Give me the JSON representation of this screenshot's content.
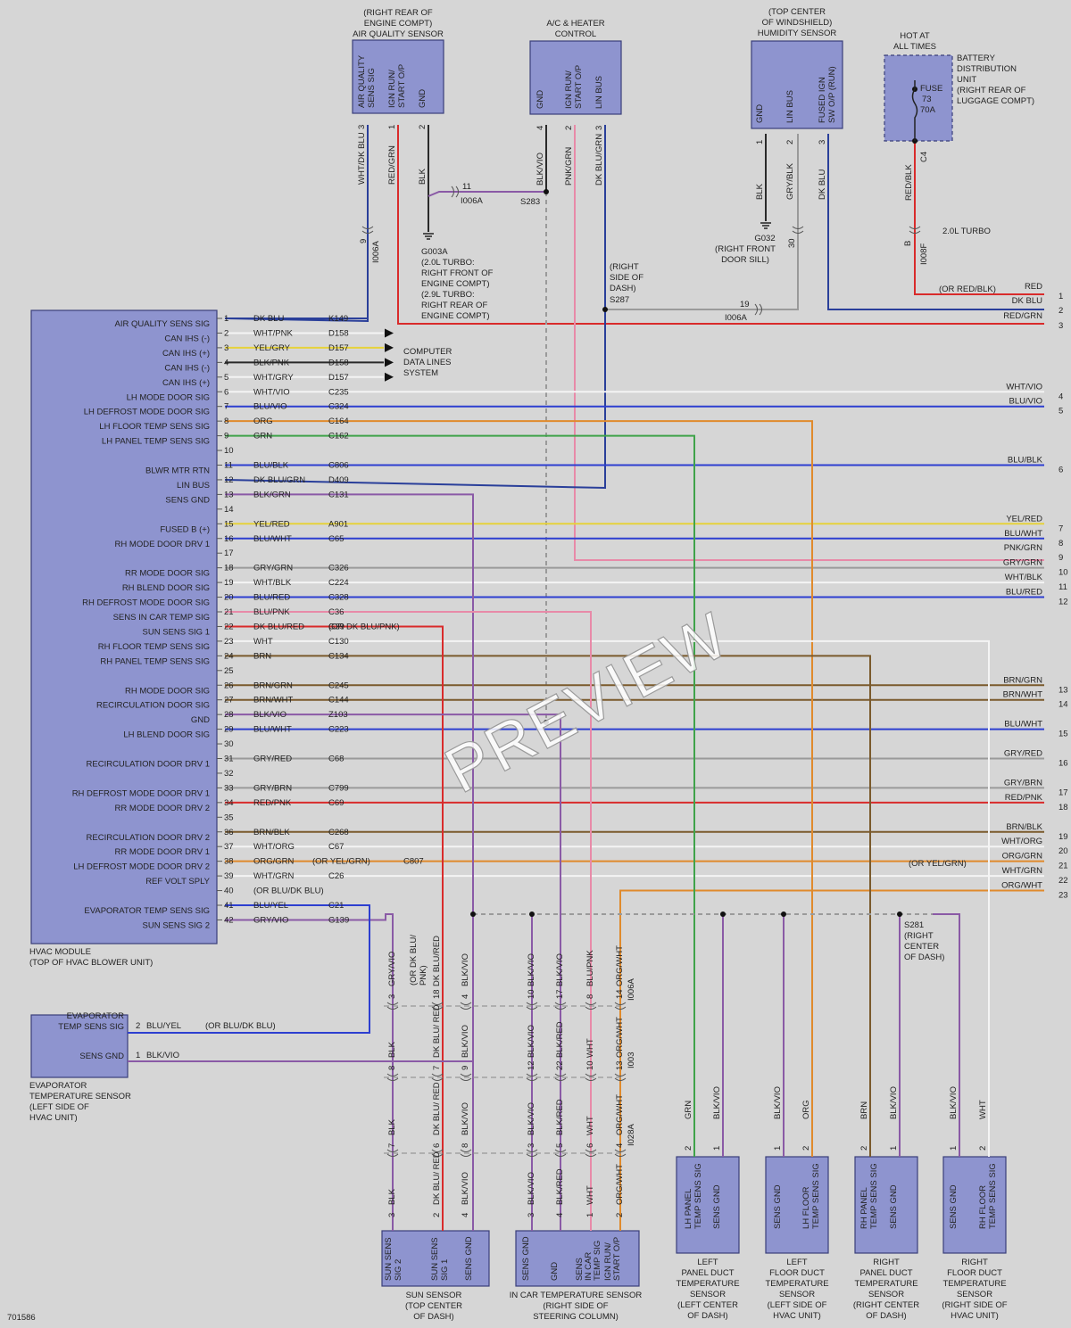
{
  "components": {
    "air_quality_sensor": {
      "caption": [
        "(RIGHT REAR OF",
        "ENGINE COMPT)",
        "AIR QUALITY SENSOR"
      ],
      "pins": [
        {
          "num": "3",
          "label": [
            "AIR QUALITY",
            "SENS SIG"
          ],
          "wire": "WHT/DK BLU"
        },
        {
          "num": "1",
          "label": [
            "IGN RUN/",
            "START O/P"
          ],
          "wire": "RED/GRN"
        },
        {
          "num": "2",
          "label": [
            "GND"
          ],
          "wire": "BLK"
        }
      ]
    },
    "ac_heater_control": {
      "caption": [
        "A/C & HEATER",
        "CONTROL"
      ],
      "pins": [
        {
          "num": "4",
          "label": [
            "GND"
          ],
          "wire": "BLK/VIO"
        },
        {
          "num": "2",
          "label": [
            "IGN RUN/",
            "START O/P"
          ],
          "wire": "PNK/GRN"
        },
        {
          "num": "3",
          "label": [
            "LIN BUS"
          ],
          "wire": "DK BLU/GRN"
        }
      ]
    },
    "humidity_sensor": {
      "caption": [
        "(TOP CENTER",
        "OF WINDSHIELD)",
        "HUMIDITY SENSOR"
      ],
      "pins": [
        {
          "num": "1",
          "label": [
            "GND"
          ],
          "wire": "BLK"
        },
        {
          "num": "2",
          "label": [
            "LIN BUS"
          ],
          "wire": "GRY/BLK"
        },
        {
          "num": "3",
          "label": [
            "FUSED IGN",
            "SW O/P (RUN)"
          ],
          "wire": "DK BLU"
        }
      ]
    },
    "battery_distribution_unit": {
      "hot_at": [
        "HOT AT",
        "ALL TIMES"
      ],
      "fuse": [
        "FUSE",
        "73",
        "70A"
      ],
      "caption": [
        "BATTERY",
        "DISTRIBUTION",
        "UNIT",
        "(RIGHT REAR OF",
        "LUGGAGE COMPT)"
      ],
      "connector": "C4",
      "wire": "RED/BLK"
    },
    "hvac_module": {
      "caption": [
        "HVAC MODULE",
        "(TOP OF HVAC BLOWER UNIT)"
      ],
      "pins": [
        {
          "n": "1",
          "label": "AIR QUALITY SENS SIG",
          "color": "DK BLU",
          "circuit": "K149"
        },
        {
          "n": "2",
          "label": "CAN IHS (-)",
          "color": "WHT/PNK",
          "circuit": "D158"
        },
        {
          "n": "3",
          "label": "CAN IHS (+)",
          "color": "YEL/GRY",
          "circuit": "D157"
        },
        {
          "n": "4",
          "label": "CAN IHS (-)",
          "color": "BLK/PNK",
          "circuit": "D158"
        },
        {
          "n": "5",
          "label": "CAN IHS (+)",
          "color": "WHT/GRY",
          "circuit": "D157"
        },
        {
          "n": "6",
          "label": "LH MODE DOOR SIG",
          "color": "WHT/VIO",
          "circuit": "C235"
        },
        {
          "n": "7",
          "label": "LH DEFROST MODE DOOR SIG",
          "color": "BLU/VIO",
          "circuit": "C324"
        },
        {
          "n": "8",
          "label": "LH FLOOR TEMP SENS SIG",
          "color": "ORG",
          "circuit": "C164"
        },
        {
          "n": "9",
          "label": "LH PANEL TEMP SENS SIG",
          "color": "GRN",
          "circuit": "C162"
        },
        {
          "n": "10",
          "label": "",
          "color": "",
          "circuit": ""
        },
        {
          "n": "11",
          "label": "BLWR MTR RTN",
          "color": "BLU/BLK",
          "circuit": "C806"
        },
        {
          "n": "12",
          "label": "LIN BUS",
          "color": "DK BLU/GRN",
          "circuit": "D409"
        },
        {
          "n": "13",
          "label": "SENS GND",
          "color": "BLK/GRN",
          "circuit": "C131"
        },
        {
          "n": "14",
          "label": "",
          "color": "",
          "circuit": ""
        },
        {
          "n": "15",
          "label": "FUSED B (+)",
          "color": "YEL/RED",
          "circuit": "A901"
        },
        {
          "n": "16",
          "label": "RH MODE DOOR DRV 1",
          "color": "BLU/WHT",
          "circuit": "C65"
        },
        {
          "n": "17",
          "label": "",
          "color": "",
          "circuit": ""
        },
        {
          "n": "18",
          "label": "RR MODE DOOR SIG",
          "color": "GRY/GRN",
          "circuit": "C326"
        },
        {
          "n": "19",
          "label": "RH BLEND DOOR SIG",
          "color": "WHT/BLK",
          "circuit": "C224"
        },
        {
          "n": "20",
          "label": "RH DEFROST MODE DOOR SIG",
          "color": "BLU/RED",
          "circuit": "C328"
        },
        {
          "n": "21",
          "label": "SENS IN CAR TEMP SIG",
          "color": "BLU/PNK",
          "circuit": "C36"
        },
        {
          "n": "22",
          "label": "SUN SENS SIG 1",
          "color": "DK BLU/RED",
          "circuit": "G39",
          "alt": "(OR DK BLU/PNK)"
        },
        {
          "n": "23",
          "label": "RH FLOOR TEMP SENS SIG",
          "color": "WHT",
          "circuit": "C130"
        },
        {
          "n": "24",
          "label": "RH PANEL TEMP SENS SIG",
          "color": "BRN",
          "circuit": "C134"
        },
        {
          "n": "25",
          "label": "",
          "color": "",
          "circuit": ""
        },
        {
          "n": "26",
          "label": "RH MODE DOOR SIG",
          "color": "BRN/GRN",
          "circuit": "C245"
        },
        {
          "n": "27",
          "label": "RECIRCULATION DOOR SIG",
          "color": "BRN/WHT",
          "circuit": "C144"
        },
        {
          "n": "28",
          "label": "GND",
          "color": "BLK/VIO",
          "circuit": "Z103"
        },
        {
          "n": "29",
          "label": "LH BLEND DOOR SIG",
          "color": "BLU/WHT",
          "circuit": "C223"
        },
        {
          "n": "30",
          "label": "",
          "color": "",
          "circuit": ""
        },
        {
          "n": "31",
          "label": "RECIRCULATION DOOR DRV 1",
          "color": "GRY/RED",
          "circuit": "C68"
        },
        {
          "n": "32",
          "label": "",
          "color": "",
          "circuit": ""
        },
        {
          "n": "33",
          "label": "RH DEFROST MODE DOOR DRV 1",
          "color": "GRY/BRN",
          "circuit": "C799"
        },
        {
          "n": "34",
          "label": "RR MODE DOOR DRV 2",
          "color": "RED/PNK",
          "circuit": "C69"
        },
        {
          "n": "35",
          "label": "",
          "color": "",
          "circuit": ""
        },
        {
          "n": "36",
          "label": "RECIRCULATION DOOR DRV 2",
          "color": "BRN/BLK",
          "circuit": "C268"
        },
        {
          "n": "37",
          "label": "RR MODE DOOR DRV 1",
          "color": "WHT/ORG",
          "circuit": "C67"
        },
        {
          "n": "38",
          "label": "LH DEFROST MODE DOOR DRV 2",
          "color": "ORG/GRN",
          "circuit": "C807",
          "alt": "(OR YEL/GRN)"
        },
        {
          "n": "39",
          "label": "REF VOLT SPLY",
          "color": "WHT/GRN",
          "circuit": "C26"
        },
        {
          "n": "40",
          "label": "",
          "color": "",
          "circuit": "",
          "alt": "(OR BLU/DK BLU)"
        },
        {
          "n": "41",
          "label": "EVAPORATOR TEMP SENS SIG",
          "color": "BLU/YEL",
          "circuit": "C21"
        },
        {
          "n": "42",
          "label": "SUN SENS SIG 2",
          "color": "GRY/VIO",
          "circuit": "G139"
        }
      ]
    },
    "computer_data_lines": [
      "COMPUTER",
      "DATA LINES",
      "SYSTEM"
    ],
    "evap_sensor": {
      "caption": [
        "EVAPORATOR",
        "TEMPERATURE SENSOR",
        "(LEFT SIDE OF",
        "HVAC UNIT)"
      ],
      "pins": [
        {
          "num": "2",
          "label": [
            "EVAPORATOR",
            "TEMP SENS SIG"
          ],
          "wire": "BLU/YEL",
          "alt": "(OR BLU/DK BLU)"
        },
        {
          "num": "1",
          "label": [
            "SENS GND"
          ],
          "wire": "BLK/VIO"
        }
      ]
    },
    "sun_sensor": {
      "caption": [
        "SUN SENSOR",
        "(TOP CENTER",
        "OF DASH)"
      ],
      "pins": [
        {
          "label": [
            "SUN SENS",
            "SIG 2"
          ]
        },
        {
          "label": [
            "SUN SENS",
            "SIG 1"
          ]
        },
        {
          "label": [
            "SENS GND"
          ]
        }
      ]
    },
    "in_car_sensor": {
      "caption": [
        "IN CAR TEMPERATURE SENSOR",
        "(RIGHT SIDE OF",
        "STEERING COLUMN)"
      ],
      "pins": [
        {
          "label": [
            "SENS GND"
          ]
        },
        {
          "label": [
            "GND"
          ]
        },
        {
          "label": [
            "SENS",
            "IN CAR",
            "TEMP SIG"
          ]
        },
        {
          "label": [
            "IGN RUN/",
            "START O/P"
          ]
        }
      ]
    },
    "duct_sensors": [
      {
        "caption": [
          "LEFT",
          "PANEL DUCT",
          "TEMPERATURE",
          "SENSOR",
          "(LEFT CENTER",
          "OF DASH)"
        ],
        "pins": [
          {
            "num": "2",
            "label": [
              "LH PANEL",
              "TEMP SENS SIG"
            ],
            "wire": "GRN"
          },
          {
            "num": "1",
            "label": [
              "SENS GND"
            ],
            "wire": "BLK/VIO"
          }
        ]
      },
      {
        "caption": [
          "LEFT",
          "FLOOR DUCT",
          "TEMPERATURE",
          "SENSOR",
          "(LEFT SIDE OF",
          "HVAC UNIT)"
        ],
        "pins": [
          {
            "num": "1",
            "label": [
              "SENS GND"
            ],
            "wire": "BLK/VIO"
          },
          {
            "num": "2",
            "label": [
              "LH FLOOR",
              "TEMP SENS SIG"
            ],
            "wire": "ORG"
          }
        ]
      },
      {
        "caption": [
          "RIGHT",
          "PANEL DUCT",
          "TEMPERATURE",
          "SENSOR",
          "(RIGHT CENTER",
          "OF DASH)"
        ],
        "pins": [
          {
            "num": "2",
            "label": [
              "RH PANEL",
              "TEMP SENS SIG"
            ],
            "wire": "BRN"
          },
          {
            "num": "1",
            "label": [
              "SENS GND"
            ],
            "wire": "BLK/VIO"
          }
        ]
      },
      {
        "caption": [
          "RIGHT",
          "FLOOR DUCT",
          "TEMPERATURE",
          "SENSOR",
          "(RIGHT SIDE OF",
          "HVAC UNIT)"
        ],
        "pins": [
          {
            "num": "1",
            "label": [
              "SENS GND"
            ],
            "wire": "BLK/VIO"
          },
          {
            "num": "2",
            "label": [
              "RH FLOOR",
              "TEMP SENS SIG"
            ],
            "wire": "WHT"
          }
        ]
      }
    ]
  },
  "annotations": {
    "g003a": [
      "G003A",
      "(2.0L TURBO:",
      "RIGHT FRONT OF",
      "ENGINE COMPT)",
      "(2.9L TURBO:",
      "RIGHT REAR OF",
      "ENGINE COMPT)"
    ],
    "g032": [
      "G032",
      "(RIGHT FRONT",
      "DOOR SILL)"
    ],
    "s287": [
      "(RIGHT",
      "SIDE OF",
      "DASH)",
      "S287"
    ],
    "s281": [
      "S281",
      "(RIGHT",
      "CENTER",
      "OF DASH)"
    ],
    "s283": "S283",
    "turbo": "2.0L TURBO",
    "or_red_blk": "(OR RED/BLK)",
    "or_yel_grn": "(OR YEL/GRN)",
    "or_dkblu_pnk": [
      "(OR DK BLU/",
      "PNK)"
    ],
    "figure_id": "701586",
    "watermark": "PREVIEW"
  },
  "connectors": {
    "i006a": "I006A",
    "i008f": "I008F",
    "i003": "I003",
    "i028a": "I028A",
    "i006a_11": "11",
    "i006a_19": "19",
    "i006a_9": "9",
    "i008f_b": "B",
    "i008f_30": "30"
  },
  "right_side_wires": [
    {
      "color": "RED",
      "num": "1"
    },
    {
      "color": "DK BLU",
      "num": "2"
    },
    {
      "color": "RED/GRN",
      "num": "3"
    },
    {
      "color": "WHT/VIO",
      "num": "4"
    },
    {
      "color": "BLU/VIO",
      "num": "5"
    },
    {
      "color": "BLU/BLK",
      "num": "6"
    },
    {
      "color": "YEL/RED",
      "num": "7"
    },
    {
      "color": "BLU/WHT",
      "num": "8"
    },
    {
      "color": "PNK/GRN",
      "num": "9"
    },
    {
      "color": "GRY/GRN",
      "num": "10"
    },
    {
      "color": "WHT/BLK",
      "num": "11"
    },
    {
      "color": "BLU/RED",
      "num": "12"
    },
    {
      "color": "BRN/GRN",
      "num": "13"
    },
    {
      "color": "BRN/WHT",
      "num": "14"
    },
    {
      "color": "BLU/WHT",
      "num": "15"
    },
    {
      "color": "GRY/RED",
      "num": "16"
    },
    {
      "color": "GRY/BRN",
      "num": "17"
    },
    {
      "color": "RED/PNK",
      "num": "18"
    },
    {
      "color": "BRN/BLK",
      "num": "19"
    },
    {
      "color": "WHT/ORG",
      "num": "20"
    },
    {
      "color": "ORG/GRN",
      "num": "21"
    },
    {
      "color": "WHT/GRN",
      "num": "22"
    },
    {
      "color": "ORG/WHT",
      "num": "23"
    }
  ],
  "bottom_harness": {
    "columns": [
      {
        "top": {
          "pin": "3",
          "wire": "GRY/VIO"
        },
        "mid1": {
          "pin": "8",
          "wire": "BLK"
        },
        "mid2": {
          "pin": "7",
          "wire": "BLK"
        },
        "bot": {
          "pin": "3",
          "wire": "BLK"
        }
      },
      {
        "top": {
          "pin": "18",
          "wire": "DK BLU/RED"
        },
        "mid1": {
          "pin": "7",
          "wire": "DK BLU/ RED"
        },
        "mid2": {
          "pin": "6",
          "wire": "DK BLU/ RED"
        },
        "bot": {
          "pin": "2",
          "wire": "DK BLU/ RED"
        }
      },
      {
        "top": {
          "pin": "4",
          "wire": "BLK/VIO"
        },
        "mid1": {
          "pin": "9",
          "wire": "BLK/VIO"
        },
        "mid2": {
          "pin": "8",
          "wire": "BLK/VIO"
        },
        "bot": {
          "pin": "4",
          "wire": "BLK/VIO"
        }
      },
      {
        "top": {
          "pin": "10",
          "wire": "BLK/VIO"
        },
        "mid1": {
          "pin": "12",
          "wire": "BLK/VIO"
        },
        "mid2": {
          "pin": "3",
          "wire": "BLK/VIO"
        },
        "bot": {
          "pin": "3",
          "wire": "BLK/VIO"
        }
      },
      {
        "top": {
          "pin": "17",
          "wire": "BLK/VIO"
        },
        "mid1": {
          "pin": "22",
          "wire": "BLK/RED"
        },
        "mid2": {
          "pin": "5",
          "wire": "BLK/RED"
        },
        "bot": {
          "pin": "4",
          "wire": "BLK/RED"
        }
      },
      {
        "top": {
          "pin": "8",
          "wire": "BLU/PNK"
        },
        "mid1": {
          "pin": "10",
          "wire": "WHT"
        },
        "mid2": {
          "pin": "6",
          "wire": "WHT"
        },
        "bot": {
          "pin": "1",
          "wire": "WHT"
        }
      },
      {
        "top": {
          "pin": "14",
          "wire": "ORG/WHT"
        },
        "mid1": {
          "pin": "13",
          "wire": "ORG/WHT"
        },
        "mid2": {
          "pin": "4",
          "wire": "ORG/WHT"
        },
        "bot": {
          "pin": "2",
          "wire": "ORG/WHT"
        }
      }
    ]
  },
  "colors": {
    "box_fill": "#8e94cf",
    "background": "#d6d6d6",
    "red": "#d92b2b",
    "dk_blu": "#2a3f9a",
    "blu": "#2d3fd0",
    "grn": "#3fa34a",
    "org": "#e08a2c",
    "brn": "#7a5a2c",
    "vio": "#8a5aa6",
    "pnk": "#e88aa8",
    "wht": "#f4f4f4",
    "gry": "#9a9a9a",
    "blk": "#2a2a2a",
    "yel": "#e6d23a"
  }
}
